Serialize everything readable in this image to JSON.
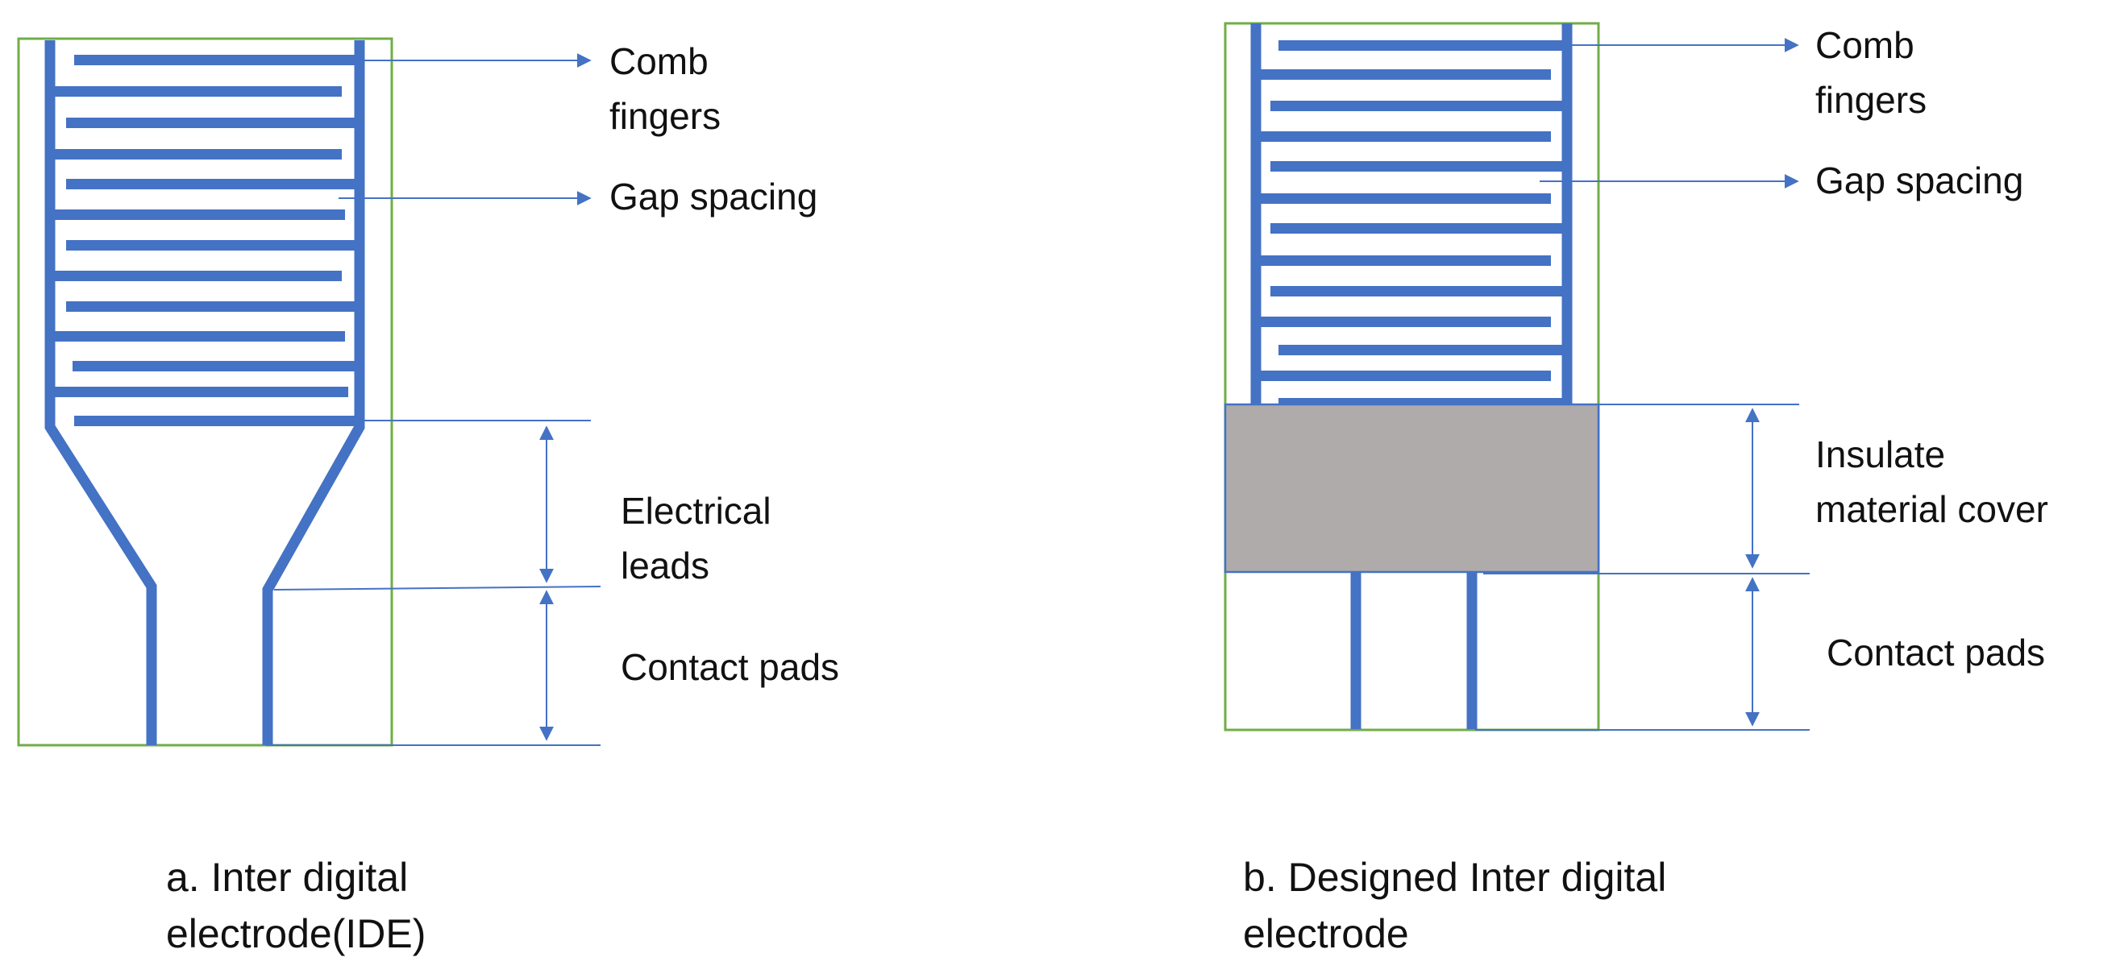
{
  "colors": {
    "electrode": "#4472C4",
    "outline": "#70AD47",
    "annotation": "#4472C4",
    "insulation_fill": "#AFABAB",
    "text": "#111111"
  },
  "panel_a": {
    "labels": {
      "comb_1": "Comb",
      "comb_2": "fingers",
      "gap": "Gap spacing",
      "leads_1": "Electrical",
      "leads_2": "leads",
      "pads": "Contact pads"
    },
    "caption_1": "a. Inter digital",
    "caption_2": "electrode(IDE)"
  },
  "panel_b": {
    "labels": {
      "comb_1": "Comb",
      "comb_2": "fingers",
      "gap": "Gap spacing",
      "insulate_1": "Insulate",
      "insulate_2": "material cover",
      "pads": "Contact pads"
    },
    "caption_1": "b. Designed Inter digital",
    "caption_2": "electrode"
  }
}
